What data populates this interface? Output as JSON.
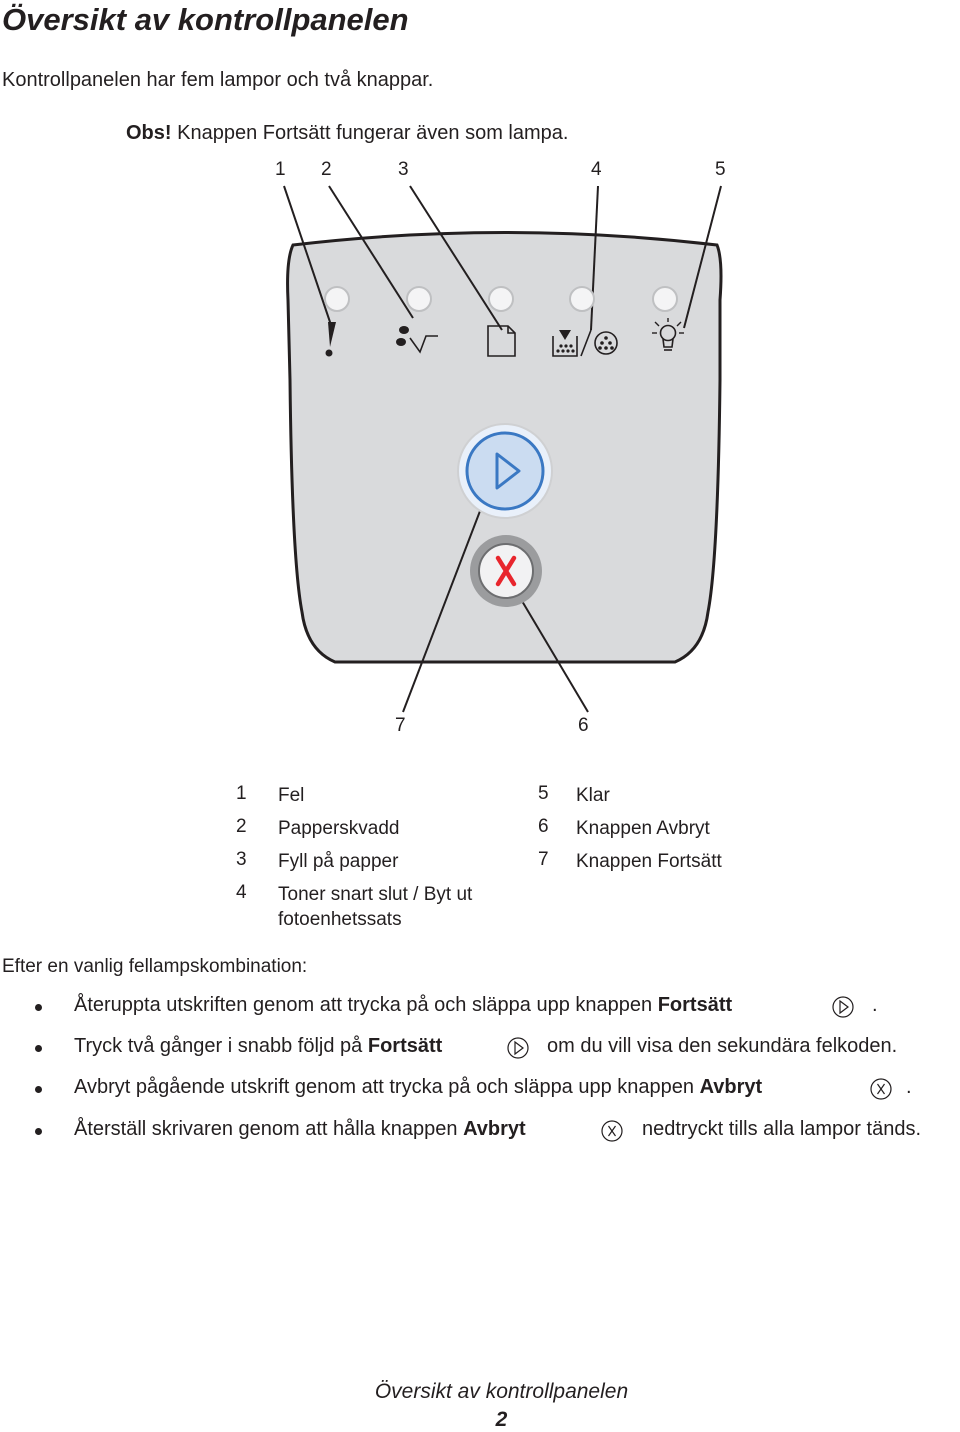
{
  "page": {
    "title": "Översikt av kontrollpanelen",
    "intro": "Kontrollpanelen har fem lampor och två knappar.",
    "note_label": "Obs!",
    "note_text": " Knappen Fortsätt fungerar även som lampa."
  },
  "figure": {
    "callouts_top": [
      "1",
      "2",
      "3",
      "4",
      "5"
    ],
    "callouts_bottom": [
      "7",
      "6"
    ],
    "lights": [
      {
        "name": "error-light-icon"
      },
      {
        "name": "paper-jam-light-icon"
      },
      {
        "name": "load-paper-light-icon"
      },
      {
        "name": "toner-low-light-icon"
      },
      {
        "name": "ready-light-icon"
      }
    ],
    "colors": {
      "panel_fill": "#d9dadc",
      "panel_stroke": "#231f20",
      "continue_ring": "#c7d8ef",
      "continue_inner": "#3a78c3",
      "cancel_x": "#e8262d"
    }
  },
  "legend": {
    "left": [
      {
        "num": "1",
        "text": "Fel"
      },
      {
        "num": "2",
        "text": "Papperskvadd"
      },
      {
        "num": "3",
        "text": "Fyll på papper"
      },
      {
        "num": "4",
        "text": "Toner snart slut / Byt ut fotoenhetssats"
      }
    ],
    "right": [
      {
        "num": "5",
        "text": "Klar"
      },
      {
        "num": "6",
        "text": "Knappen Avbryt"
      },
      {
        "num": "7",
        "text": "Knappen Fortsätt"
      }
    ]
  },
  "after_label": "Efter en vanlig fellampskombination:",
  "bullets": [
    {
      "a": "Återuppta utskriften genom att trycka på och släppa upp knappen ",
      "b": "Fortsätt",
      "icon": "continue-icon",
      "c": "."
    },
    {
      "a": "Tryck två gånger i snabb följd på ",
      "b": "Fortsätt",
      "icon": "continue-icon",
      "c": "om du vill visa den sekundära felkoden."
    },
    {
      "a": "Avbryt pågående utskrift genom att trycka på och släppa upp knappen ",
      "b": "Avbryt",
      "icon": "cancel-icon",
      "c": "."
    },
    {
      "a": "Återställ skrivaren genom att hålla knappen ",
      "b": "Avbryt",
      "icon": "cancel-icon",
      "c": "nedtryckt tills alla lampor tänds."
    }
  ],
  "footer": {
    "title": "Översikt av kontrollpanelen",
    "page_number": "2"
  }
}
